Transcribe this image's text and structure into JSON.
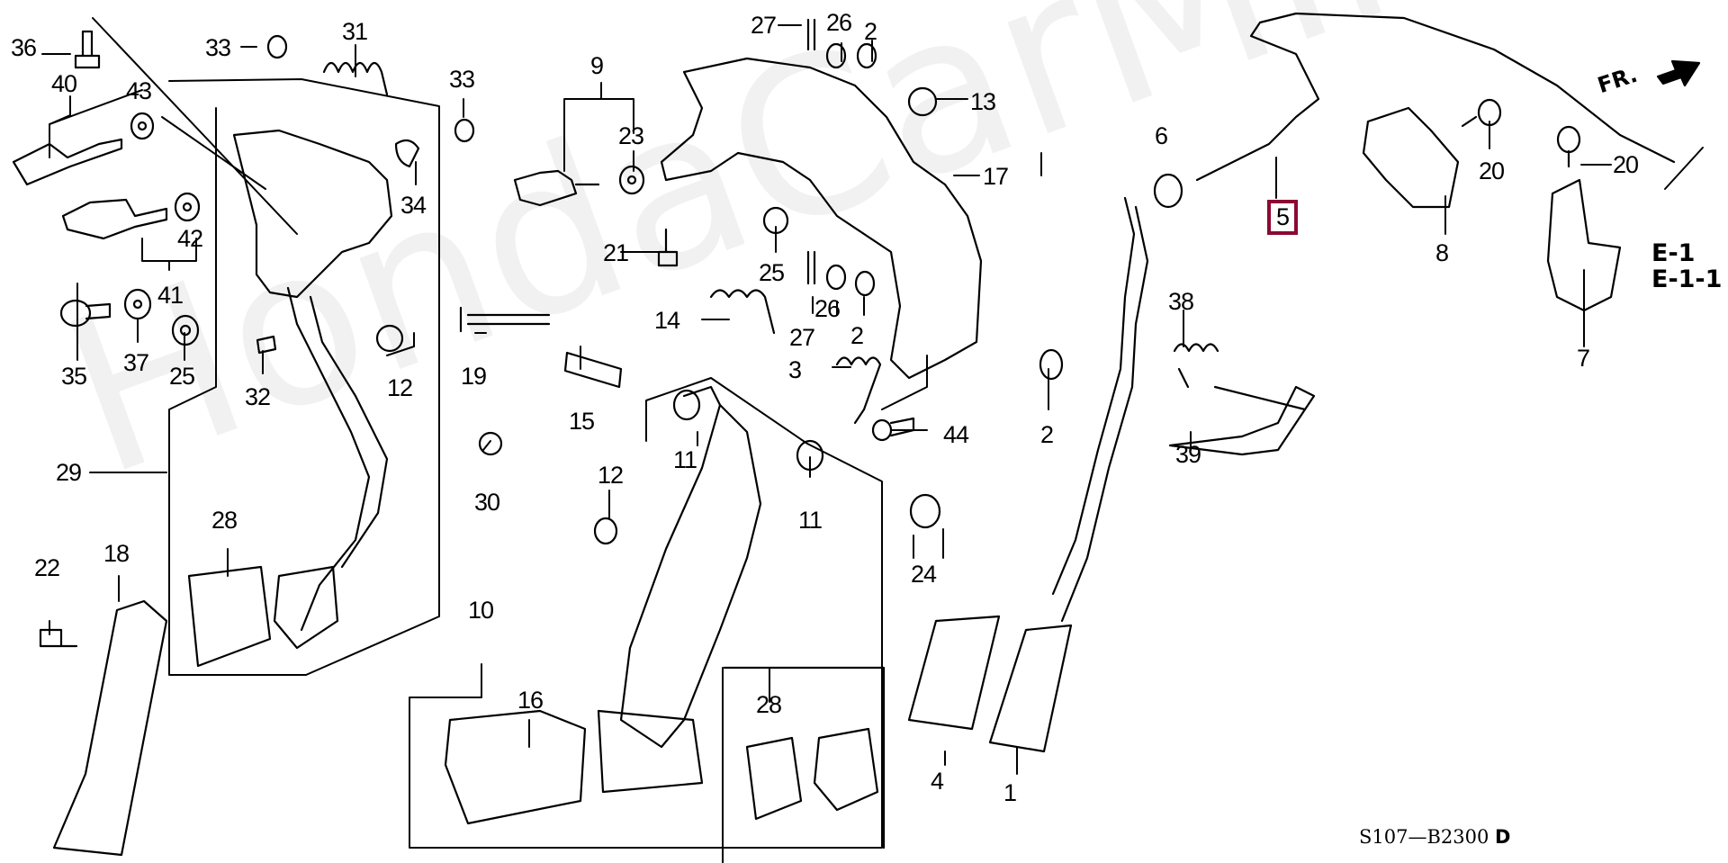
{
  "diagram": {
    "title": "Pedal assembly exploded parts diagram",
    "watermark": "HondaCarMine.ru",
    "direction_indicator": "FR.",
    "reference_labels": [
      "E-1",
      "E-1-1"
    ],
    "diagram_code": "S107—B2300",
    "diagram_code_suffix": "D",
    "highlight_color": "#8b0a32",
    "highlighted_part": "5",
    "callouts": [
      {
        "id": "36",
        "label": "36"
      },
      {
        "id": "40",
        "label": "40"
      },
      {
        "id": "43",
        "label": "43"
      },
      {
        "id": "42",
        "label": "42"
      },
      {
        "id": "41",
        "label": "41"
      },
      {
        "id": "35",
        "label": "35"
      },
      {
        "id": "37",
        "label": "37"
      },
      {
        "id": "25a",
        "label": "25"
      },
      {
        "id": "33a",
        "label": "33"
      },
      {
        "id": "31",
        "label": "31"
      },
      {
        "id": "33b",
        "label": "33"
      },
      {
        "id": "34",
        "label": "34"
      },
      {
        "id": "32",
        "label": "32"
      },
      {
        "id": "12a",
        "label": "12"
      },
      {
        "id": "29",
        "label": "29"
      },
      {
        "id": "28a",
        "label": "28"
      },
      {
        "id": "22",
        "label": "22"
      },
      {
        "id": "18",
        "label": "18"
      },
      {
        "id": "9",
        "label": "9"
      },
      {
        "id": "23",
        "label": "23"
      },
      {
        "id": "21",
        "label": "21"
      },
      {
        "id": "19",
        "label": "19"
      },
      {
        "id": "15",
        "label": "15"
      },
      {
        "id": "30",
        "label": "30"
      },
      {
        "id": "12b",
        "label": "12"
      },
      {
        "id": "10",
        "label": "10"
      },
      {
        "id": "16",
        "label": "16"
      },
      {
        "id": "27a",
        "label": "27"
      },
      {
        "id": "26a",
        "label": "26"
      },
      {
        "id": "2a",
        "label": "2"
      },
      {
        "id": "13",
        "label": "13"
      },
      {
        "id": "17",
        "label": "17"
      },
      {
        "id": "25b",
        "label": "25"
      },
      {
        "id": "14",
        "label": "14"
      },
      {
        "id": "27b",
        "label": "27"
      },
      {
        "id": "26b",
        "label": "26"
      },
      {
        "id": "2b",
        "label": "2"
      },
      {
        "id": "3",
        "label": "3"
      },
      {
        "id": "44",
        "label": "44"
      },
      {
        "id": "11a",
        "label": "11"
      },
      {
        "id": "11b",
        "label": "11"
      },
      {
        "id": "24",
        "label": "24"
      },
      {
        "id": "28b",
        "label": "28"
      },
      {
        "id": "4",
        "label": "4"
      },
      {
        "id": "1",
        "label": "1"
      },
      {
        "id": "6",
        "label": "6"
      },
      {
        "id": "5",
        "label": "5"
      },
      {
        "id": "2c",
        "label": "2"
      },
      {
        "id": "38",
        "label": "38"
      },
      {
        "id": "39",
        "label": "39"
      },
      {
        "id": "8",
        "label": "8"
      },
      {
        "id": "20a",
        "label": "20"
      },
      {
        "id": "20b",
        "label": "20"
      },
      {
        "id": "7",
        "label": "7"
      }
    ]
  }
}
